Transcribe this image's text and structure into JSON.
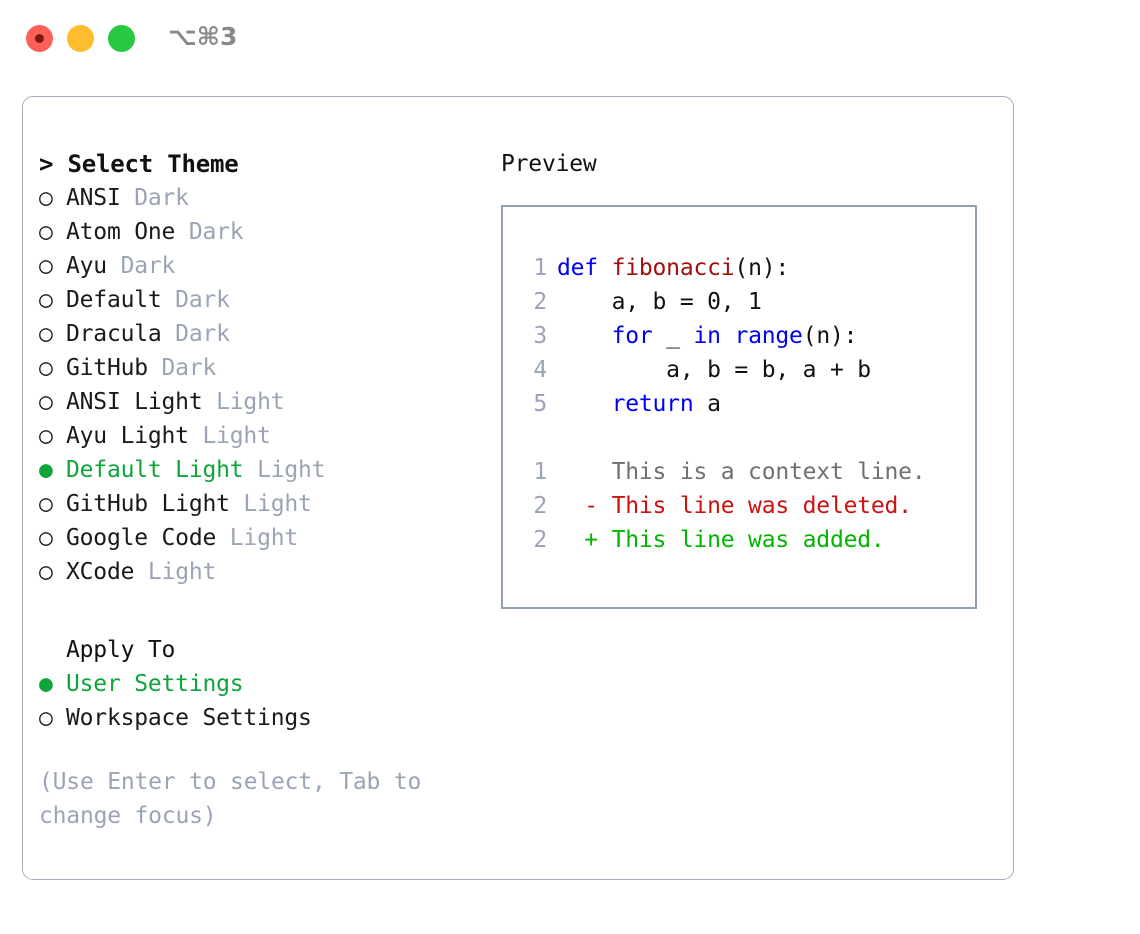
{
  "titlebar": {
    "shortcut": "⌥⌘3",
    "buttons": [
      {
        "name": "close",
        "color": "#fd6158"
      },
      {
        "name": "minimize",
        "color": "#febc2e"
      },
      {
        "name": "maximize",
        "color": "#28c840"
      }
    ]
  },
  "colors": {
    "accent_green": "#0fa53a",
    "muted_gray": "#9aa4b4",
    "panel_border": "#a6b0bf",
    "preview_border": "#93a0b2",
    "keyword_blue": "#0000ee",
    "function_red": "#a01010",
    "diff_deleted": "#cc1111",
    "diff_added": "#00b400"
  },
  "theme_list": {
    "header": "> Select Theme",
    "markers": {
      "selected": "●",
      "unselected": "○"
    },
    "items": [
      {
        "name": "ANSI",
        "variant": "Dark",
        "selected": false
      },
      {
        "name": "Atom One",
        "variant": "Dark",
        "selected": false
      },
      {
        "name": "Ayu",
        "variant": "Dark",
        "selected": false
      },
      {
        "name": "Default",
        "variant": "Dark",
        "selected": false
      },
      {
        "name": "Dracula",
        "variant": "Dark",
        "selected": false
      },
      {
        "name": "GitHub",
        "variant": "Dark",
        "selected": false
      },
      {
        "name": "ANSI Light",
        "variant": "Light",
        "selected": false
      },
      {
        "name": "Ayu Light",
        "variant": "Light",
        "selected": false
      },
      {
        "name": "Default Light",
        "variant": "Light",
        "selected": true
      },
      {
        "name": "GitHub Light",
        "variant": "Light",
        "selected": false
      },
      {
        "name": "Google Code",
        "variant": "Light",
        "selected": false
      },
      {
        "name": "XCode",
        "variant": "Light",
        "selected": false
      }
    ]
  },
  "apply_to": {
    "header": "Apply To",
    "options": [
      {
        "label": "User Settings",
        "selected": true
      },
      {
        "label": "Workspace Settings",
        "selected": false
      }
    ]
  },
  "hint": "(Use Enter to select, Tab to change focus)",
  "preview": {
    "title": "Preview",
    "code_lines": [
      {
        "number": "1",
        "tokens": [
          {
            "text": "def ",
            "kind": "kw"
          },
          {
            "text": "fibonacci",
            "kind": "fn"
          },
          {
            "text": "(n):",
            "kind": "pl"
          }
        ]
      },
      {
        "number": "2",
        "tokens": [
          {
            "text": "    a, b = 0, 1",
            "kind": "pl"
          }
        ]
      },
      {
        "number": "3",
        "tokens": [
          {
            "text": "    ",
            "kind": "pl"
          },
          {
            "text": "for",
            "kind": "kw"
          },
          {
            "text": " _ ",
            "kind": "pl"
          },
          {
            "text": "in",
            "kind": "kw"
          },
          {
            "text": " ",
            "kind": "pl"
          },
          {
            "text": "range",
            "kind": "kw"
          },
          {
            "text": "(n):",
            "kind": "pl"
          }
        ]
      },
      {
        "number": "4",
        "tokens": [
          {
            "text": "        a, b = b, a + b",
            "kind": "pl"
          }
        ]
      },
      {
        "number": "5",
        "tokens": [
          {
            "text": "    ",
            "kind": "pl"
          },
          {
            "text": "return",
            "kind": "kw"
          },
          {
            "text": " a",
            "kind": "pl"
          }
        ]
      }
    ],
    "diff_lines": [
      {
        "number": "1",
        "marker": " ",
        "text": "This is a context line.",
        "kind": "ctx"
      },
      {
        "number": "2",
        "marker": "-",
        "text": "This line was deleted.",
        "kind": "del"
      },
      {
        "number": "2",
        "marker": "+",
        "text": "This line was added.",
        "kind": "add"
      }
    ]
  }
}
